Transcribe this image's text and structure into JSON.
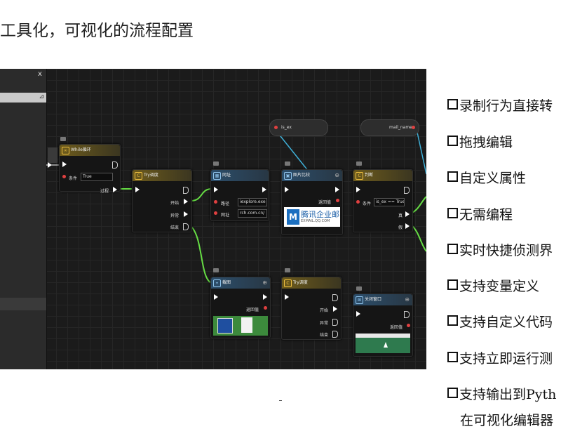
{
  "slide": {
    "title": "工具化，可视化的流程配置",
    "features": [
      "录制行为直接转",
      "拖拽编辑",
      "自定义属性",
      "无需编程",
      "实时快捷侦测界",
      "支持变量定义",
      "支持自定义代码",
      "支持立即运行测",
      "支持输出到Pyth"
    ],
    "feature_sub": "在可视化编辑器"
  },
  "editor": {
    "panel": {
      "close_label": "x"
    },
    "nodes": {
      "while": {
        "title": "While循环",
        "cond_label": "条件",
        "cond_value": "True",
        "process_label": "过程"
      },
      "try1": {
        "title": "Try调度",
        "start_label": "开始",
        "except_label": "异常",
        "end_label": "结束"
      },
      "web": {
        "title": "网址",
        "path_label": "路径",
        "path_value": "iexplore.exe",
        "url_label": "网址",
        "url_value": "rch.com.cn/"
      },
      "image": {
        "title": "图片比较",
        "result_label": "返回值"
      },
      "judge": {
        "title": "判断",
        "cond_label": "条件",
        "cond_value": "is_ex == True",
        "true_label": "真",
        "false_label": "假"
      },
      "capture": {
        "title": "截图",
        "result_label": "返回值"
      },
      "try2": {
        "title": "Try调度",
        "start_label": "开始",
        "except_label": "异常",
        "end_label": "结束"
      },
      "close": {
        "title": "关闭窗口",
        "result_label": "返回值"
      }
    },
    "vars": {
      "is_ex": "is_ex",
      "mail_name": "mail_name"
    },
    "thumbnail": {
      "logo_letter": "M",
      "name": "腾讯企业邮",
      "sub": "EXMAIL.QQ.COM"
    }
  },
  "colors": {
    "wire_green": "#66dd44",
    "wire_cyan": "#3fb0d8",
    "exec_white": "#ffffff",
    "data_red": "#e04040"
  }
}
